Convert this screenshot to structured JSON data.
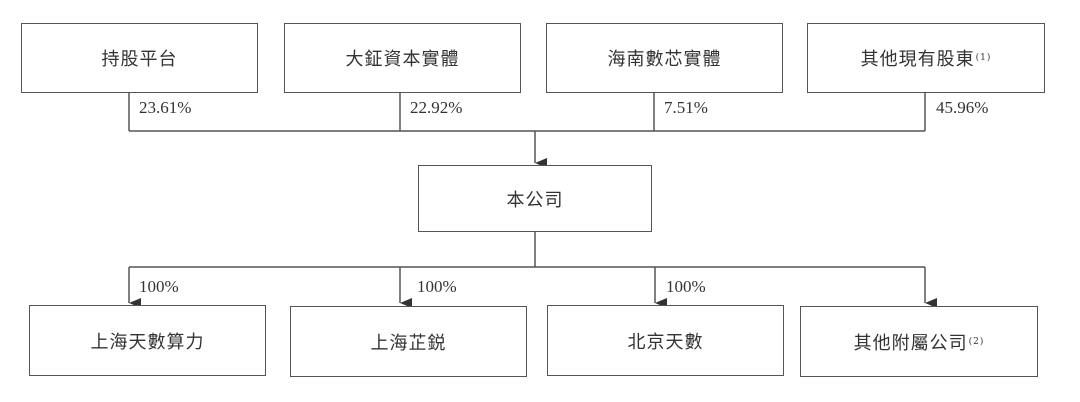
{
  "shareholders": [
    {
      "name": "持股平台",
      "note": "",
      "stake": "23.61%"
    },
    {
      "name": "大鉦資本實體",
      "note": "",
      "stake": "22.92%"
    },
    {
      "name": "海南數芯實體",
      "note": "",
      "stake": "7.51%"
    },
    {
      "name": "其他現有股東",
      "note": "(1)",
      "stake": "45.96%"
    }
  ],
  "company": {
    "name": "本公司"
  },
  "subsidiaries": [
    {
      "name": "上海天數算力",
      "note": "",
      "stake": "100%"
    },
    {
      "name": "上海芷鋭",
      "note": "",
      "stake": "100%"
    },
    {
      "name": "北京天數",
      "note": "",
      "stake": "100%"
    },
    {
      "name": "其他附屬公司",
      "note": "(2)",
      "stake": ""
    }
  ]
}
